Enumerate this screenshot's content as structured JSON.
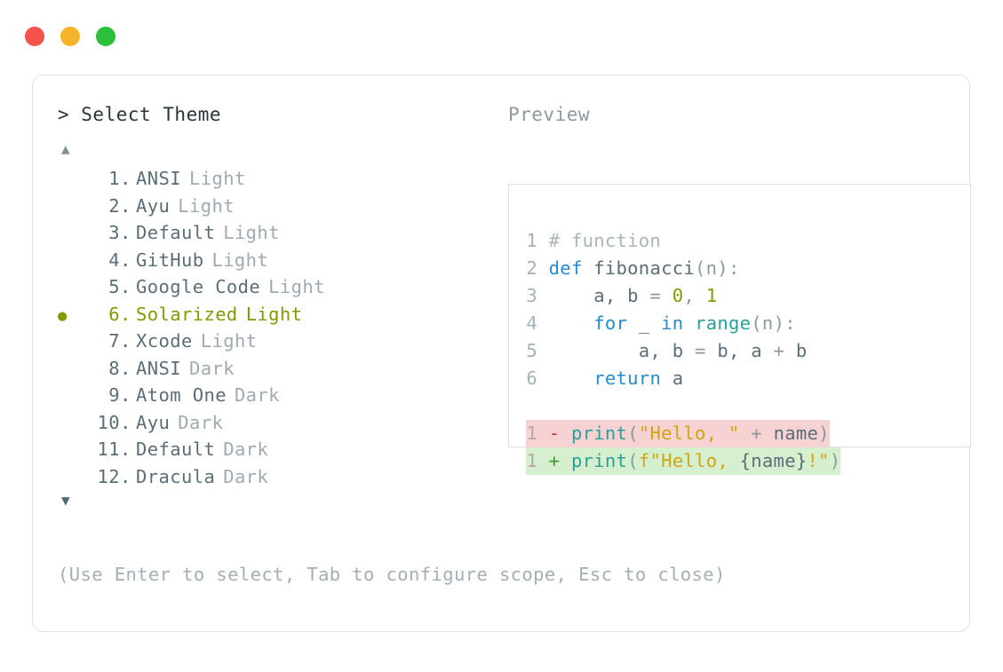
{
  "window": {
    "buttons": [
      {
        "name": "close",
        "color": "#F4524D"
      },
      {
        "name": "minimize",
        "color": "#F6B429"
      },
      {
        "name": "zoom",
        "color": "#2CC03C"
      }
    ]
  },
  "header": {
    "prompt_title": "> Select Theme",
    "preview_title": "Preview"
  },
  "list": {
    "scroll_up_icon": "▲",
    "scroll_down_icon": "▼",
    "selected_bullet": "●",
    "selected_index": 6,
    "items": [
      {
        "index": "1.",
        "name": "ANSI",
        "variant": "Light",
        "selected": false
      },
      {
        "index": "2.",
        "name": "Ayu",
        "variant": "Light",
        "selected": false
      },
      {
        "index": "3.",
        "name": "Default",
        "variant": "Light",
        "selected": false
      },
      {
        "index": "4.",
        "name": "GitHub",
        "variant": "Light",
        "selected": false
      },
      {
        "index": "5.",
        "name": "Google Code",
        "variant": "Light",
        "selected": false
      },
      {
        "index": "6.",
        "name": "Solarized",
        "variant": "Light",
        "selected": true
      },
      {
        "index": "7.",
        "name": "Xcode",
        "variant": "Light",
        "selected": false
      },
      {
        "index": "8.",
        "name": "ANSI",
        "variant": "Dark",
        "selected": false
      },
      {
        "index": "9.",
        "name": "Atom One",
        "variant": "Dark",
        "selected": false
      },
      {
        "index": "10.",
        "name": "Ayu",
        "variant": "Dark",
        "selected": false
      },
      {
        "index": "11.",
        "name": "Default",
        "variant": "Dark",
        "selected": false
      },
      {
        "index": "12.",
        "name": "Dracula",
        "variant": "Dark",
        "selected": false
      }
    ]
  },
  "preview": {
    "code_lines": [
      {
        "num": "1",
        "tokens": [
          {
            "t": "# function",
            "c": "com"
          }
        ]
      },
      {
        "num": "2",
        "tokens": [
          {
            "t": "def ",
            "c": "kw"
          },
          {
            "t": "fibonacci",
            "c": "txt"
          },
          {
            "t": "(n):",
            "c": "pun"
          }
        ]
      },
      {
        "num": "3",
        "tokens": [
          {
            "t": "    a, b ",
            "c": "txt"
          },
          {
            "t": "= ",
            "c": "pun"
          },
          {
            "t": "0",
            "c": "num"
          },
          {
            "t": ", ",
            "c": "pun"
          },
          {
            "t": "1",
            "c": "num"
          }
        ]
      },
      {
        "num": "4",
        "tokens": [
          {
            "t": "    ",
            "c": "txt"
          },
          {
            "t": "for",
            "c": "kw"
          },
          {
            "t": " _ ",
            "c": "txt"
          },
          {
            "t": "in",
            "c": "kw"
          },
          {
            "t": " ",
            "c": "txt"
          },
          {
            "t": "range",
            "c": "fn"
          },
          {
            "t": "(n):",
            "c": "pun"
          }
        ]
      },
      {
        "num": "5",
        "tokens": [
          {
            "t": "        a, b ",
            "c": "txt"
          },
          {
            "t": "= ",
            "c": "pun"
          },
          {
            "t": "b, a ",
            "c": "txt"
          },
          {
            "t": "+ ",
            "c": "pun"
          },
          {
            "t": "b",
            "c": "txt"
          }
        ]
      },
      {
        "num": "6",
        "tokens": [
          {
            "t": "    ",
            "c": "txt"
          },
          {
            "t": "return",
            "c": "kw"
          },
          {
            "t": " a",
            "c": "txt"
          }
        ]
      }
    ],
    "diff_lines": [
      {
        "num": "1",
        "sign": "-",
        "kind": "del",
        "tokens": [
          {
            "t": "print",
            "c": "fn"
          },
          {
            "t": "(",
            "c": "pun"
          },
          {
            "t": "\"Hello, \"",
            "c": "str"
          },
          {
            "t": " + ",
            "c": "pun"
          },
          {
            "t": "name",
            "c": "txt"
          },
          {
            "t": ")",
            "c": "pun"
          }
        ]
      },
      {
        "num": "1",
        "sign": "+",
        "kind": "add",
        "tokens": [
          {
            "t": "print",
            "c": "fn"
          },
          {
            "t": "(",
            "c": "pun"
          },
          {
            "t": "f\"Hello, ",
            "c": "str"
          },
          {
            "t": "{name}",
            "c": "txt"
          },
          {
            "t": "!\"",
            "c": "str"
          },
          {
            "t": ")",
            "c": "pun"
          }
        ]
      }
    ]
  },
  "footer": {
    "hint": "(Use Enter to select, Tab to configure scope, Esc to close)"
  }
}
